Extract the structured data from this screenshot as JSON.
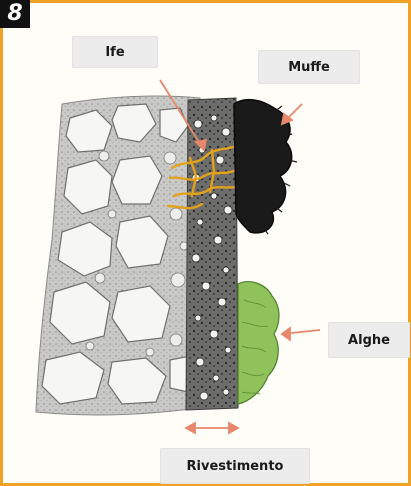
{
  "figure": {
    "number": "8",
    "labels": {
      "ife": "Ife",
      "muffe": "Muffe",
      "alghe": "Alghe",
      "rivestimento": "Rivestimento"
    }
  },
  "colors": {
    "frame": "#f0a227",
    "arrow": "#e7876c",
    "hyphae": "#e2a21b",
    "mold": "#1a1a1a",
    "algae": "#8fc25a",
    "stone": "#f4f4f2",
    "mortar": "#b8b8b6",
    "label_bg": "#ececec"
  }
}
